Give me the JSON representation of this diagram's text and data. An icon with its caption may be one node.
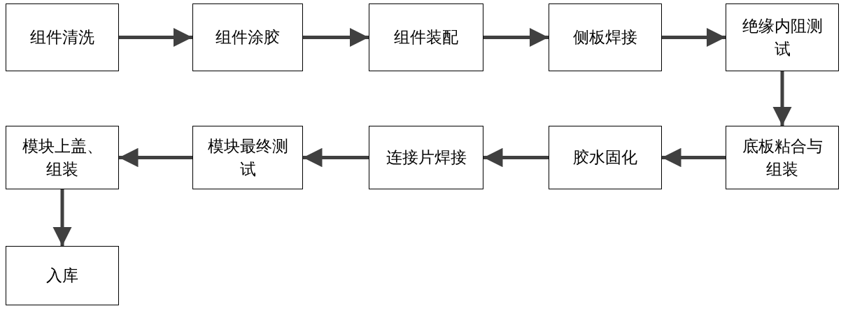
{
  "diagram": {
    "nodes": [
      {
        "text": [
          "组件清洗"
        ]
      },
      {
        "text": [
          "组件涂胶"
        ]
      },
      {
        "text": [
          "组件装配"
        ]
      },
      {
        "text": [
          "侧板焊接"
        ]
      },
      {
        "text": [
          "绝缘内阻测试"
        ]
      },
      {
        "text": [
          "底板粘合与组装"
        ]
      },
      {
        "text": [
          "胶水固化"
        ]
      },
      {
        "text": [
          "连接片焊接"
        ]
      },
      {
        "text": [
          "模块最终测试"
        ]
      },
      {
        "text": [
          "模块上盖、组装"
        ]
      },
      {
        "text": [
          "入库"
        ]
      }
    ],
    "edges": [
      {
        "from": 0,
        "to": 1,
        "arrow": "to"
      },
      {
        "from": 1,
        "to": 2,
        "arrow": "to"
      },
      {
        "from": 2,
        "to": 3,
        "arrow": "to"
      },
      {
        "from": 3,
        "to": 4,
        "arrow": "to"
      },
      {
        "from": 4,
        "to": 5,
        "arrow": "to"
      },
      {
        "from": 5,
        "to": 6,
        "arrow": "to"
      },
      {
        "from": 6,
        "to": 7,
        "arrow": "to"
      },
      {
        "from": 7,
        "to": 8,
        "arrow": "to"
      },
      {
        "from": 8,
        "to": 9,
        "arrow": "to"
      },
      {
        "from": 9,
        "to": 10,
        "arrow": "to"
      }
    ]
  }
}
